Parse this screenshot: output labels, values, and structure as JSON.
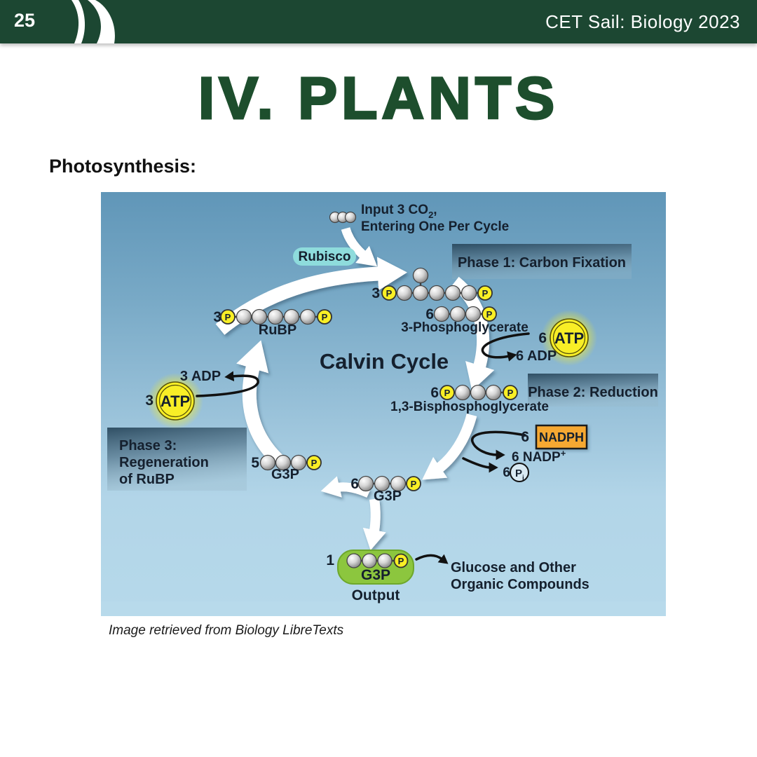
{
  "header": {
    "page_number": "25",
    "brand": "CET Sail: Biology 2023"
  },
  "page": {
    "title": "IV. PLANTS",
    "section_label": "Photosynthesis:",
    "caption": "Image retrieved from Biology LibreTexts"
  },
  "colors": {
    "header_green": "#1c4732",
    "title_green": "#1d4e2d",
    "diagram_text": "#15202e",
    "atp_yellow": "#f8ee26",
    "nadph_orange": "#f6a832",
    "g3p_green": "#8cc63e",
    "rubisco_teal": "#8edcdc",
    "phase_box_blue": "#34546a",
    "bg_top": "#6096b8",
    "bg_bottom": "#b6d9ea"
  },
  "diagram": {
    "input": {
      "line1_pre": "Input 3 CO",
      "sub": "2",
      "comma": ",",
      "line2": "Entering One Per Cycle"
    },
    "rubisco_label": "Rubisco",
    "phase1_label": "Phase 1: Carbon Fixation",
    "phase2_label": "Phase 2: Reduction",
    "phase3_line1": "Phase 3:",
    "phase3_line2": "Regeneration",
    "phase3_line3": "of RuBP",
    "center_title": "Calvin Cycle",
    "p_label": "P",
    "intermediate_count": "3",
    "pga": {
      "count": "6",
      "label": "3-Phosphoglycerate"
    },
    "atp_right": {
      "count": "6",
      "label": "ATP"
    },
    "adp_right_label": "6 ADP",
    "bpg": {
      "count": "6",
      "label": "1,3-Bisphosphoglycerate"
    },
    "nadph": {
      "count": "6",
      "label": "NADPH"
    },
    "nadp_plus": {
      "pre": "6 NADP",
      "sup": "+"
    },
    "pi": {
      "count": "6",
      "letter": "P",
      "sub": "i"
    },
    "g3p_bottom": {
      "count": "6",
      "label": "G3P"
    },
    "g3p_left": {
      "count": "5",
      "label": "G3P"
    },
    "rubp": {
      "count": "3",
      "label": "RuBP"
    },
    "adp_left_label": "3 ADP",
    "atp_left": {
      "count": "3",
      "label": "ATP"
    },
    "output_molecule": {
      "count": "1",
      "label": "G3P"
    },
    "output_label": "Output",
    "glucose_line1": "Glucose and Other",
    "glucose_line2": "Organic Compounds"
  }
}
